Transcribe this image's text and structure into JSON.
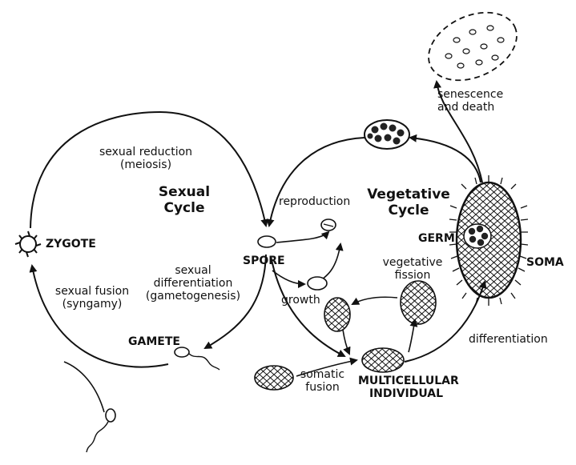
{
  "cycles": {
    "sexual_title": [
      "Sexual",
      "Cycle"
    ],
    "vegetative_title": [
      "Vegetative",
      "Cycle"
    ]
  },
  "labels": {
    "zygote": "ZYGOTE",
    "spore": "SPORE",
    "gamete": "GAMETE",
    "germ": "GERM",
    "soma": "SOMA",
    "multicellular": [
      "MULTICELLULAR",
      "INDIVIDUAL"
    ],
    "sexual_reduction": [
      "sexual reduction",
      "(meiosis)"
    ],
    "sexual_differentiation": [
      "sexual",
      "differentiation",
      "(gametogenesis)"
    ],
    "sexual_fusion": [
      "sexual fusion",
      "(syngamy)"
    ],
    "reproduction": "reproduction",
    "growth": "growth",
    "vegetative_fission": [
      "vegetative",
      "fission"
    ],
    "differentiation": "differentiation",
    "somatic_fusion": [
      "somatic",
      "fusion"
    ],
    "senescence": [
      "senescence",
      "and death"
    ]
  }
}
